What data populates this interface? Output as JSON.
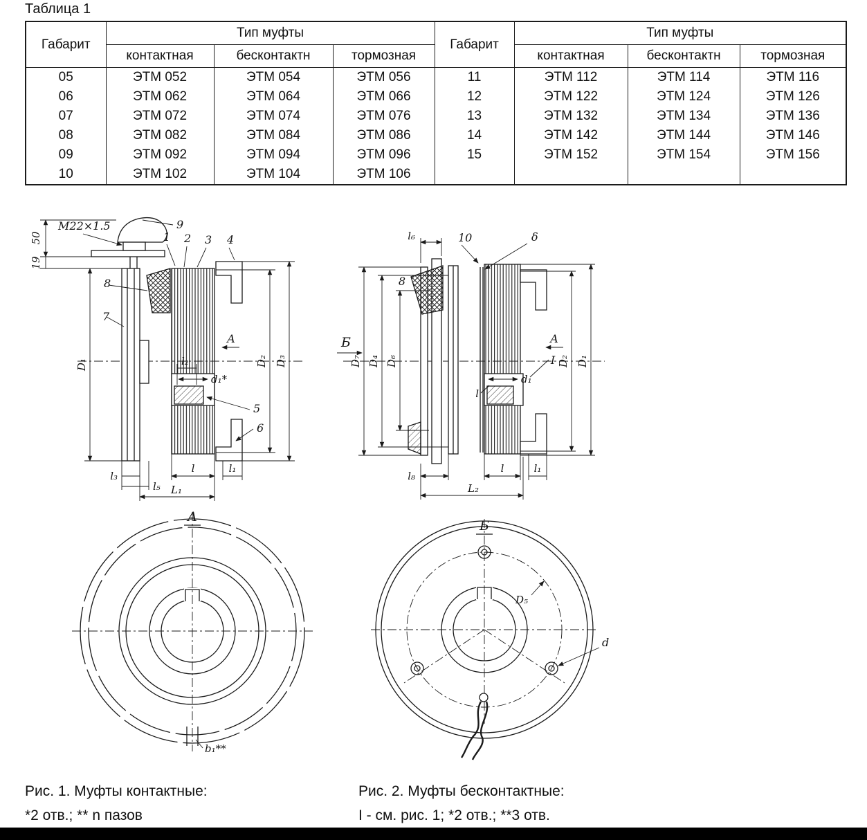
{
  "page": {
    "title": "Таблица 1"
  },
  "table": {
    "headers": {
      "gabarit": "Габарит",
      "tip": "Тип муфты",
      "kontakt": "контактная",
      "beskontakt": "бесконтактн",
      "tormoz": "тормозная"
    },
    "rows": [
      [
        "05",
        "ЭТМ 052",
        "ЭТМ 054",
        "ЭТМ 056",
        "11",
        "ЭТМ 112",
        "ЭТМ 114",
        "ЭТМ 116"
      ],
      [
        "06",
        "ЭТМ 062",
        "ЭТМ 064",
        "ЭТМ 066",
        "12",
        "ЭТМ 122",
        "ЭТМ 124",
        "ЭТМ 126"
      ],
      [
        "07",
        "ЭТМ 072",
        "ЭТМ 074",
        "ЭТМ 076",
        "13",
        "ЭТМ 132",
        "ЭТМ 134",
        "ЭТМ 136"
      ],
      [
        "08",
        "ЭТМ 082",
        "ЭТМ 084",
        "ЭТМ 086",
        "14",
        "ЭТМ 142",
        "ЭТМ 144",
        "ЭТМ 146"
      ],
      [
        "09",
        "ЭТМ 092",
        "ЭТМ 094",
        "ЭТМ 096",
        "15",
        "ЭТМ 152",
        "ЭТМ 154",
        "ЭТМ 156"
      ],
      [
        "10",
        "ЭТМ 102",
        "ЭТМ 104",
        "ЭТМ 106",
        "",
        "",
        "",
        ""
      ]
    ]
  },
  "fig1": {
    "thread": "M22×1.5",
    "dim50": "50",
    "dim19": "19",
    "p1": "1",
    "p2": "2",
    "p3": "3",
    "p4": "4",
    "p5": "5",
    "p6": "6",
    "p7": "7",
    "p8": "8",
    "p9": "9",
    "secA": "A",
    "D1": "D₁",
    "D2": "D₂",
    "D3": "D₃",
    "l2": "l₂",
    "d1": "d₁*",
    "l3": "l₃",
    "l5": "l₅",
    "l": "l",
    "l1": "l₁",
    "L1": "L₁",
    "viewA": "A",
    "b1": "b₁**"
  },
  "fig2": {
    "l6": "l₆",
    "p10": "10",
    "delta": "δ",
    "p8": "8",
    "arrowB": "Б",
    "secA": "A",
    "secI": "I",
    "D7": "D₇",
    "D4": "D₄",
    "D6": "D₆",
    "D2": "D₂",
    "D1": "D₁",
    "d1": "d₁",
    "l_mid": "l",
    "l8": "l₈",
    "l": "l",
    "l1": "l₁",
    "L2": "L₂",
    "viewB": "Б",
    "D5": "D₅",
    "d": "d"
  },
  "captions": {
    "fig1_line1": "Рис. 1. Муфты контактные:",
    "fig1_line2": "*2 отв.; ** n пазов",
    "fig2_line1": "Рис. 2. Муфты бесконтактные:",
    "fig2_line2": "I - см. рис. 1; *2 отв.; **3 отв."
  }
}
